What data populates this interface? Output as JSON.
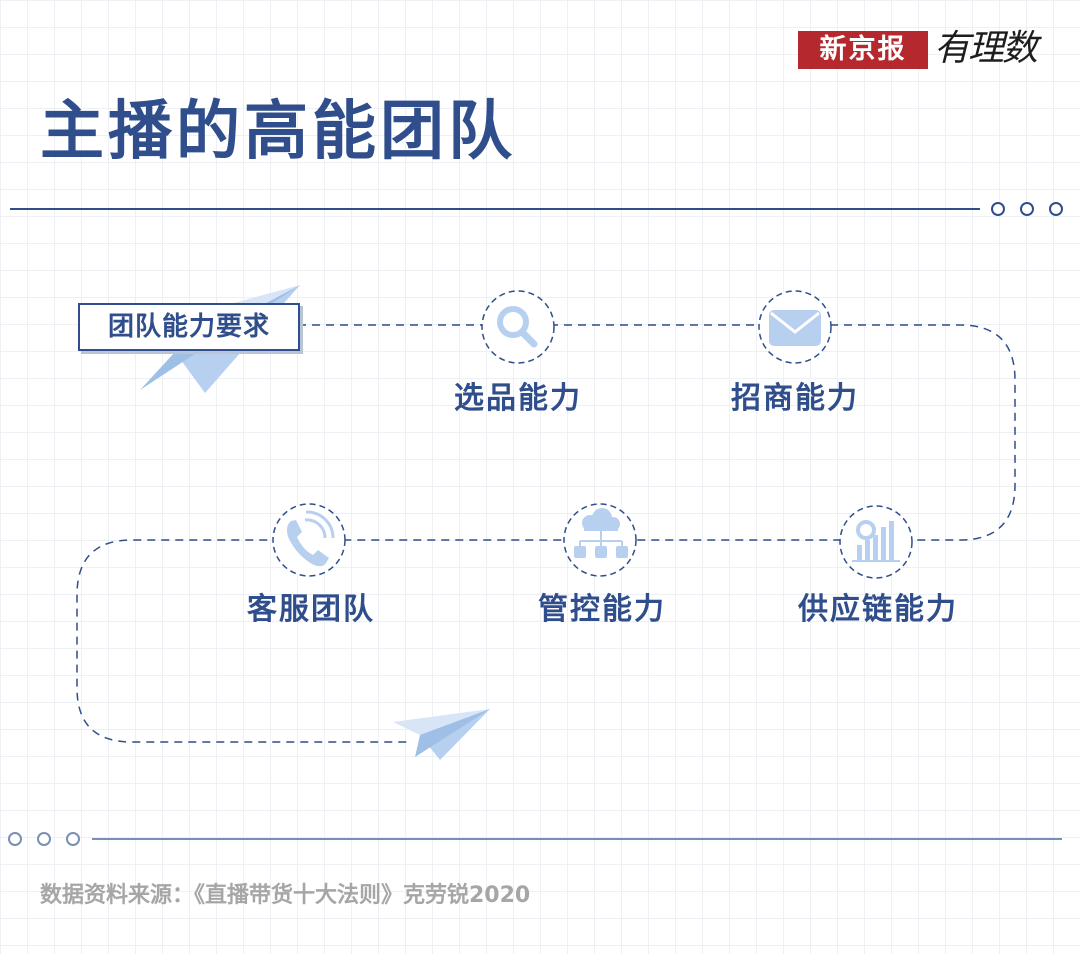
{
  "brand": {
    "name": "新京报",
    "sub": "有理数"
  },
  "title": "主播的高能团队",
  "start_label": "团队能力要求",
  "nodes": [
    {
      "label": "选品能力",
      "icon": "search-icon"
    },
    {
      "label": "招商能力",
      "icon": "mail-icon"
    },
    {
      "label": "供应链能力",
      "icon": "chart-search-icon"
    },
    {
      "label": "管控能力",
      "icon": "cloud-network-icon"
    },
    {
      "label": "客服团队",
      "icon": "phone-icon"
    }
  ],
  "source": "数据资料来源：《直播带货十大法则》克劳锐2020",
  "colors": {
    "primary": "#2f4e8b",
    "icon_fill": "#b8d0ef",
    "brand_red": "#b5282e"
  }
}
